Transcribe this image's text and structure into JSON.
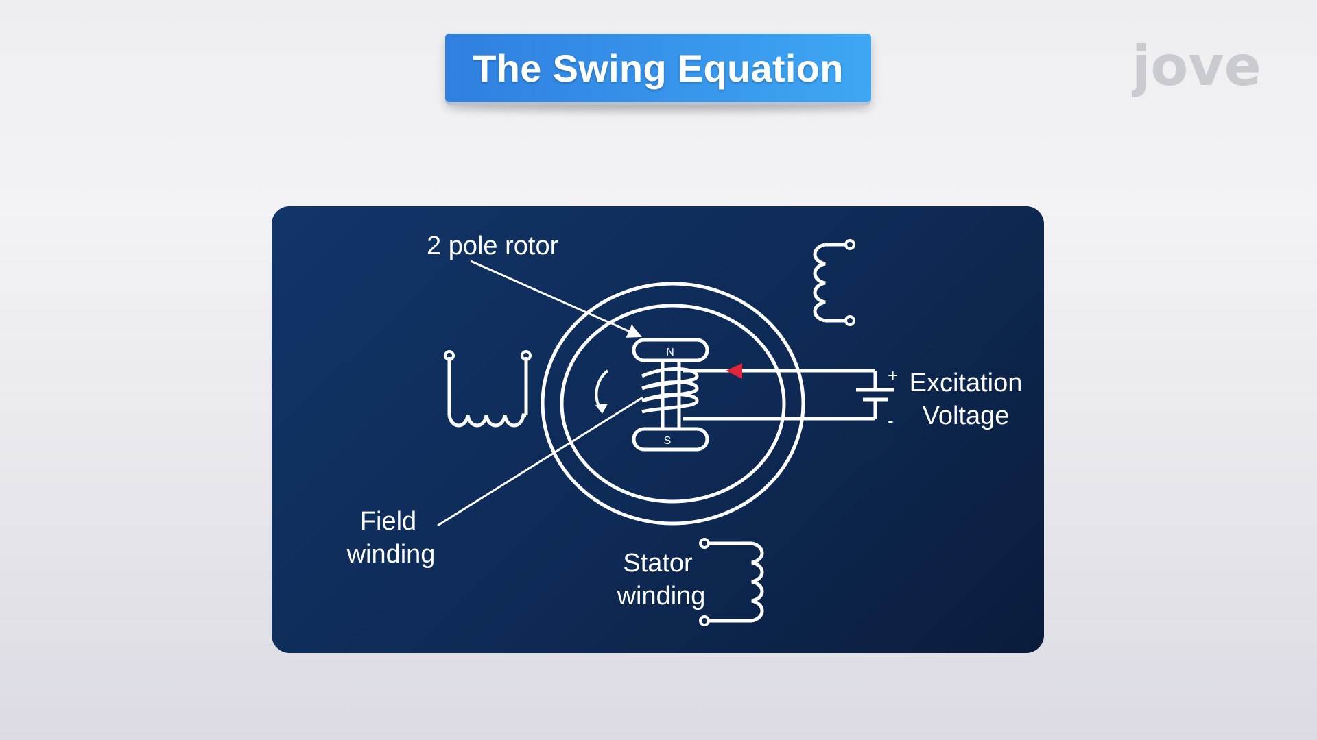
{
  "header": {
    "title": "The Swing Equation"
  },
  "brand": {
    "logo_text": "jove"
  },
  "diagram": {
    "labels": {
      "rotor": "2 pole rotor",
      "field_line1": "Field",
      "field_line2": "winding",
      "stator_line1": "Stator",
      "stator_line2": "winding",
      "excitation_line1": "Excitation",
      "excitation_line2": "Voltage"
    },
    "poles": {
      "north": "N",
      "south": "S"
    },
    "terminals": {
      "positive": "+",
      "negative": "-"
    },
    "icons": [
      "rotation-arrow-icon",
      "battery-icon",
      "current-arrow-icon"
    ]
  },
  "colors": {
    "panel": "#0f2b57",
    "banner_left": "#2f7fe0",
    "banner_right": "#3ea7f3",
    "arrow_accent": "#e0263a",
    "logo_grey": "#c9cbd1",
    "logo_blue": "#4aa3e8"
  }
}
